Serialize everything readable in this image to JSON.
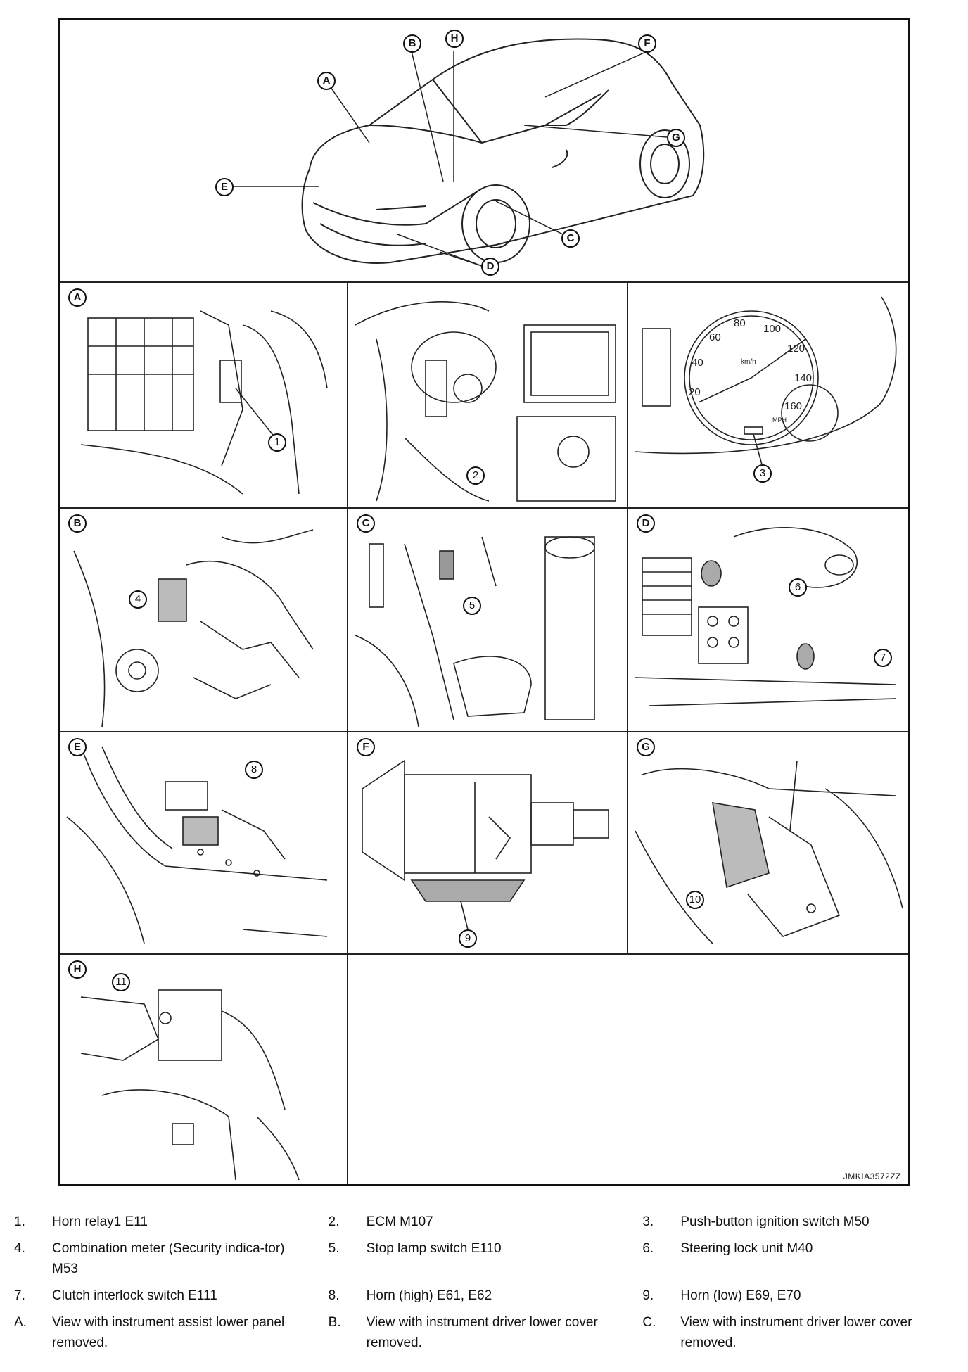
{
  "figure": {
    "code": "JMKIA3572ZZ",
    "car_callouts": [
      "A",
      "B",
      "H",
      "F",
      "G",
      "E",
      "C",
      "D"
    ],
    "panels": [
      {
        "label": "A",
        "callouts": [
          "1"
        ]
      },
      {
        "label": "",
        "callouts": [
          "2"
        ]
      },
      {
        "label": "",
        "callouts": [
          "3"
        ]
      },
      {
        "label": "B",
        "callouts": [
          "4"
        ]
      },
      {
        "label": "C",
        "callouts": [
          "5"
        ]
      },
      {
        "label": "D",
        "callouts": [
          "6",
          "7"
        ]
      },
      {
        "label": "E",
        "callouts": [
          "8"
        ]
      },
      {
        "label": "F",
        "callouts": [
          "9"
        ]
      },
      {
        "label": "G",
        "callouts": [
          "10"
        ]
      },
      {
        "label": "H",
        "callouts": [
          "11"
        ]
      }
    ],
    "speedometer": {
      "ticks": [
        "20",
        "40",
        "60",
        "80",
        "100",
        "120",
        "140",
        "160"
      ],
      "unit": "MPH",
      "inner_unit": "km/h"
    }
  },
  "legend": [
    [
      {
        "key": "1.",
        "text": "Horn relay1 E11"
      },
      {
        "key": "2.",
        "text": "ECM M107"
      },
      {
        "key": "3.",
        "text": "Push-button ignition switch M50"
      }
    ],
    [
      {
        "key": "4.",
        "text": "Combination meter (Security indica-tor) M53"
      },
      {
        "key": "5.",
        "text": "Stop lamp switch E110"
      },
      {
        "key": "6.",
        "text": "Steering lock unit M40"
      }
    ],
    [
      {
        "key": "7.",
        "text": "Clutch interlock switch E111"
      },
      {
        "key": "8.",
        "text": "Horn (high) E61, E62"
      },
      {
        "key": "9.",
        "text": "Horn (low) E69, E70"
      }
    ],
    [
      {
        "key": "A.",
        "text": "View with instrument assist lower panel removed."
      },
      {
        "key": "B.",
        "text": "View with instrument driver lower cover removed."
      },
      {
        "key": "C.",
        "text": "View with instrument driver lower cover removed."
      }
    ]
  ]
}
